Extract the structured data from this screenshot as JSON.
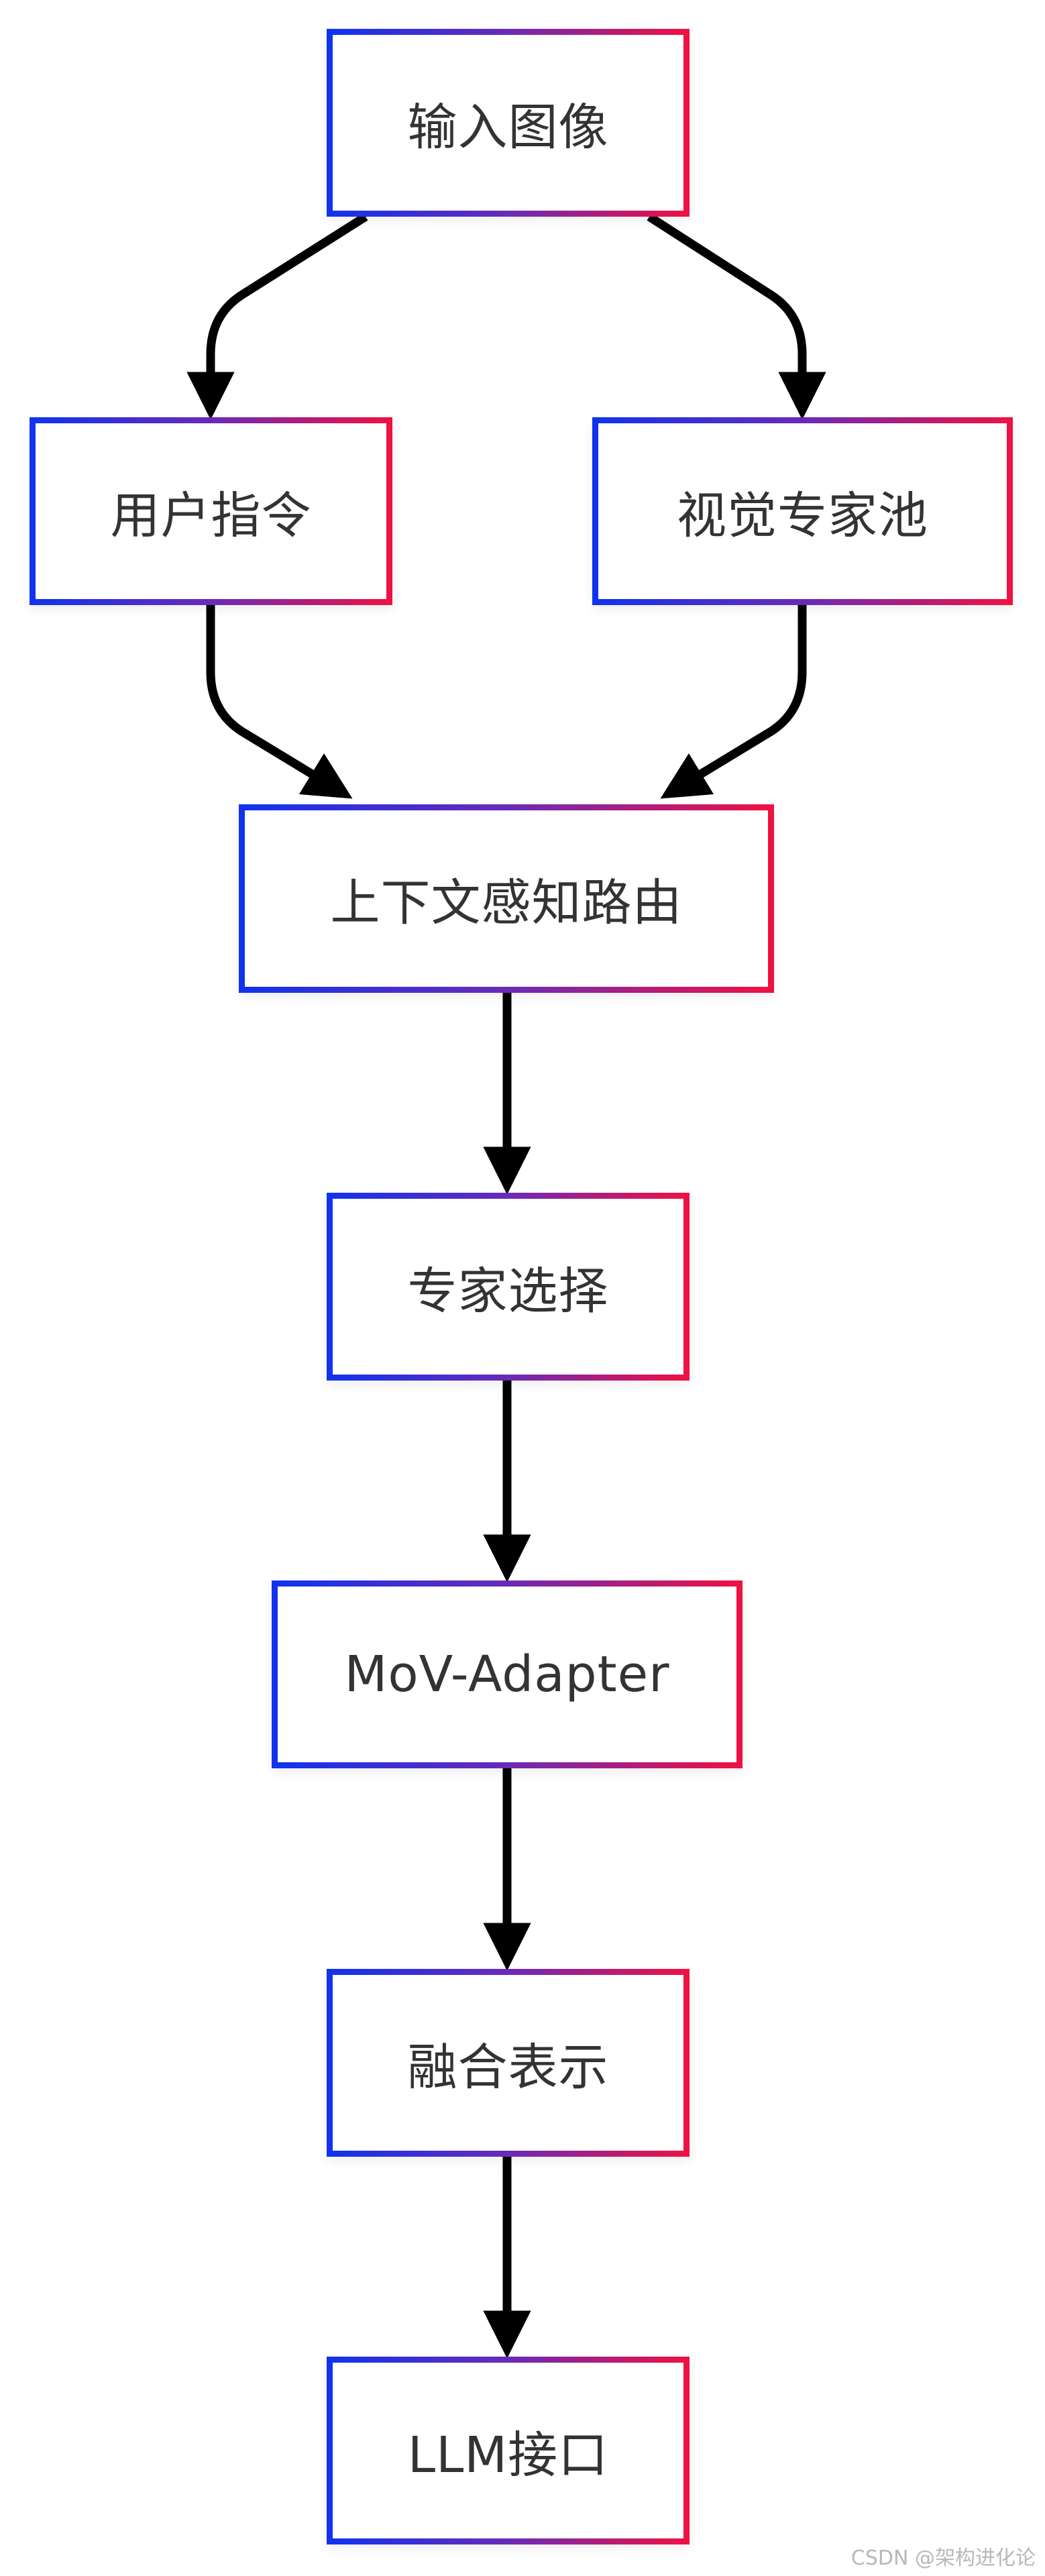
{
  "diagram": {
    "nodes": {
      "input_image": "输入图像",
      "user_instruction": "用户指令",
      "visual_expert_pool": "视觉专家池",
      "context_aware_routing": "上下文感知路由",
      "expert_selection": "专家选择",
      "mov_adapter": "MoV-Adapter",
      "fused_representation": "融合表示",
      "llm_interface": "LLM接口"
    },
    "edges": [
      [
        "input_image",
        "user_instruction"
      ],
      [
        "input_image",
        "visual_expert_pool"
      ],
      [
        "user_instruction",
        "context_aware_routing"
      ],
      [
        "visual_expert_pool",
        "context_aware_routing"
      ],
      [
        "context_aware_routing",
        "expert_selection"
      ],
      [
        "expert_selection",
        "mov_adapter"
      ],
      [
        "mov_adapter",
        "fused_representation"
      ],
      [
        "fused_representation",
        "llm_interface"
      ]
    ],
    "colors": {
      "border_gradient_start": "#1133ee",
      "border_gradient_end": "#ee1144",
      "edge": "#000000",
      "text": "#333333"
    }
  },
  "watermark": "CSDN @架构进化论"
}
